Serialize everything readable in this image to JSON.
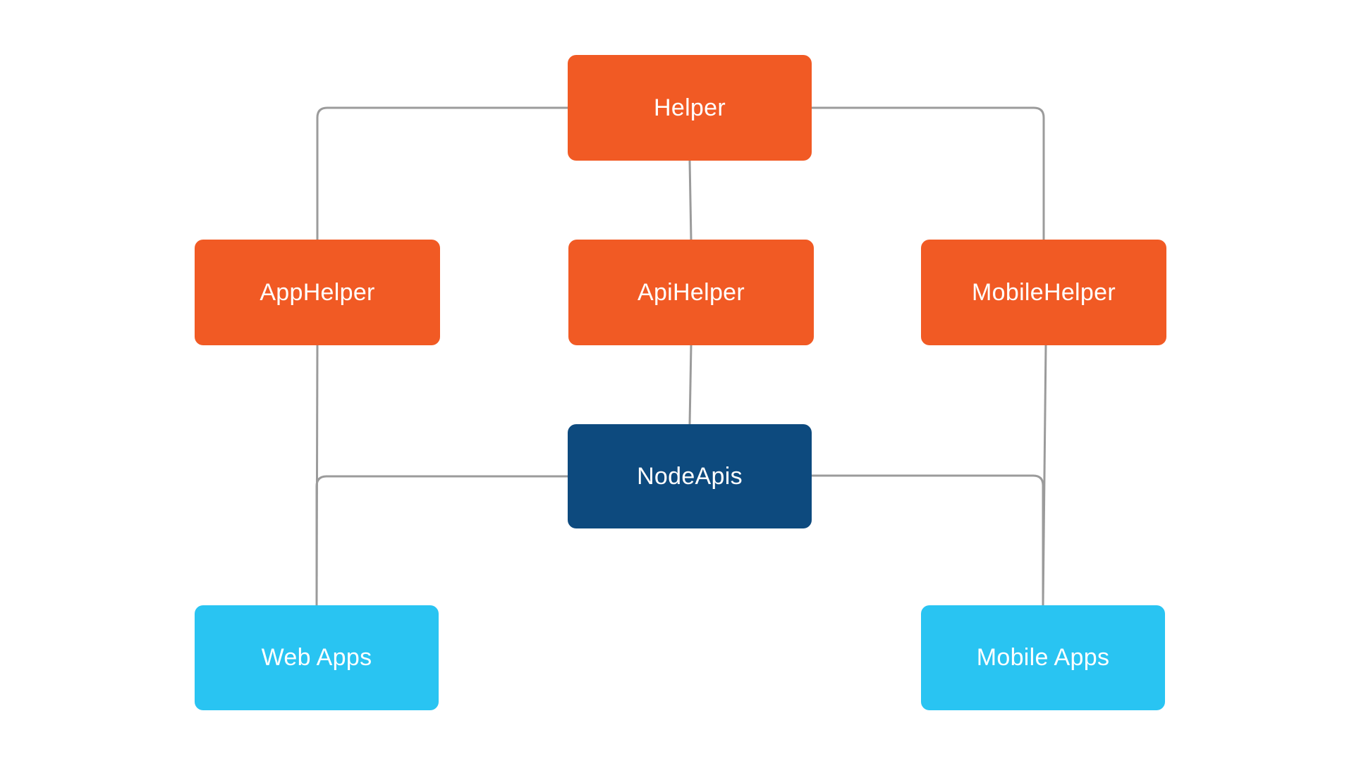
{
  "colors": {
    "helper_fill": "#f15a24",
    "core_fill": "#0d4a7e",
    "app_fill": "#29c4f2",
    "connector": "#9b9b9b",
    "label_text": "#ffffff"
  },
  "nodes": {
    "helper": {
      "label": "Helper"
    },
    "app_helper": {
      "label": "AppHelper"
    },
    "api_helper": {
      "label": "ApiHelper"
    },
    "mobile_helper": {
      "label": "MobileHelper"
    },
    "node_apis": {
      "label": "NodeApis"
    },
    "web_apps": {
      "label": "Web Apps"
    },
    "mobile_apps": {
      "label": "Mobile Apps"
    }
  },
  "edges": [
    {
      "from": "helper",
      "to": "app_helper"
    },
    {
      "from": "helper",
      "to": "api_helper"
    },
    {
      "from": "helper",
      "to": "mobile_helper"
    },
    {
      "from": "api_helper",
      "to": "node_apis"
    },
    {
      "from": "app_helper",
      "to": "web_apps"
    },
    {
      "from": "mobile_helper",
      "to": "mobile_apps"
    },
    {
      "from": "node_apis",
      "to": "web_apps"
    },
    {
      "from": "node_apis",
      "to": "mobile_apps"
    }
  ]
}
